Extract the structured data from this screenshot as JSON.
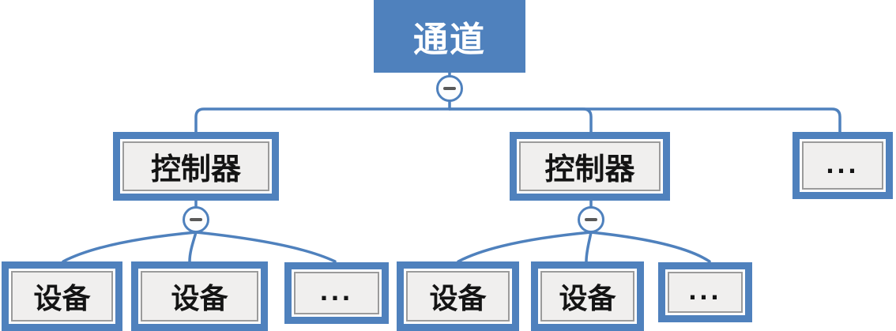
{
  "diagram": {
    "type": "tree-hierarchy",
    "root": {
      "label": "通道"
    },
    "level2": {
      "nodes": [
        {
          "label": "控制器"
        },
        {
          "label": "控制器"
        },
        {
          "label": "..."
        }
      ]
    },
    "level3": {
      "left_group": [
        {
          "label": "设备"
        },
        {
          "label": "设备"
        },
        {
          "label": "..."
        }
      ],
      "right_group": [
        {
          "label": "设备"
        },
        {
          "label": "设备"
        },
        {
          "label": "..."
        }
      ]
    },
    "icons": {
      "collapse_toggle": "minus-icon"
    },
    "colors": {
      "node_blue": "#4f81bd",
      "line_blue": "#4f81bd",
      "child_inner_fill": "#f0efee",
      "child_inner_border": "#9b9b9b",
      "root_text": "#ffffff",
      "child_text": "#141414",
      "minus": "#595959",
      "circle_fill": "#fcfdfe"
    }
  }
}
